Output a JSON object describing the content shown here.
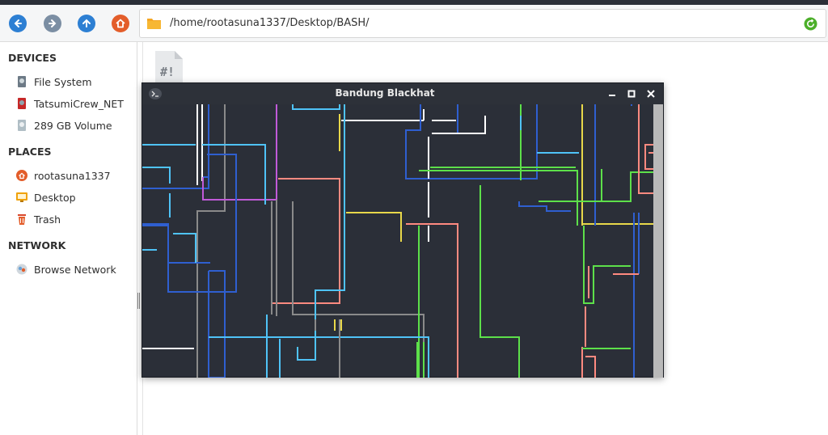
{
  "toolbar": {
    "back_icon": "arrow-left-icon",
    "forward_icon": "arrow-right-icon",
    "up_icon": "arrow-up-icon",
    "home_icon": "home-icon",
    "path": "/home/rootasuna1337/Desktop/BASH/",
    "reload_icon": "reload-icon",
    "colors": {
      "nav": "#2d7fd3",
      "home": "#e35d2a",
      "folder": "#f5a623",
      "reload": "#4caf2a"
    }
  },
  "sidebar": {
    "devices_title": "DEVICES",
    "devices": [
      {
        "label": "File System",
        "icon": "drive-icon"
      },
      {
        "label": "TatsumiCrew_NET",
        "icon": "removable-drive-icon"
      },
      {
        "label": "289 GB Volume",
        "icon": "volume-icon"
      }
    ],
    "places_title": "PLACES",
    "places": [
      {
        "label": "rootasuna1337",
        "icon": "home-icon"
      },
      {
        "label": "Desktop",
        "icon": "desktop-icon"
      },
      {
        "label": "Trash",
        "icon": "trash-icon"
      }
    ],
    "network_title": "NETWORK",
    "network": [
      {
        "label": "Browse Network",
        "icon": "network-icon"
      }
    ]
  },
  "main": {
    "file_icon": "script-file-icon",
    "file_glyph": "#!"
  },
  "terminal": {
    "title": "Bandung Blackhat",
    "icon": "terminal-icon",
    "minimize_icon": "minimize-icon",
    "maximize_icon": "maximize-icon",
    "close_icon": "close-icon",
    "background": "#2b2f38",
    "pipe_colors": [
      "#4fc3f7",
      "#ff8a80",
      "#5de04a",
      "#2f5fd0",
      "#ffffff",
      "#e8d84a",
      "#c05ad8",
      "#8a8a8a"
    ]
  }
}
